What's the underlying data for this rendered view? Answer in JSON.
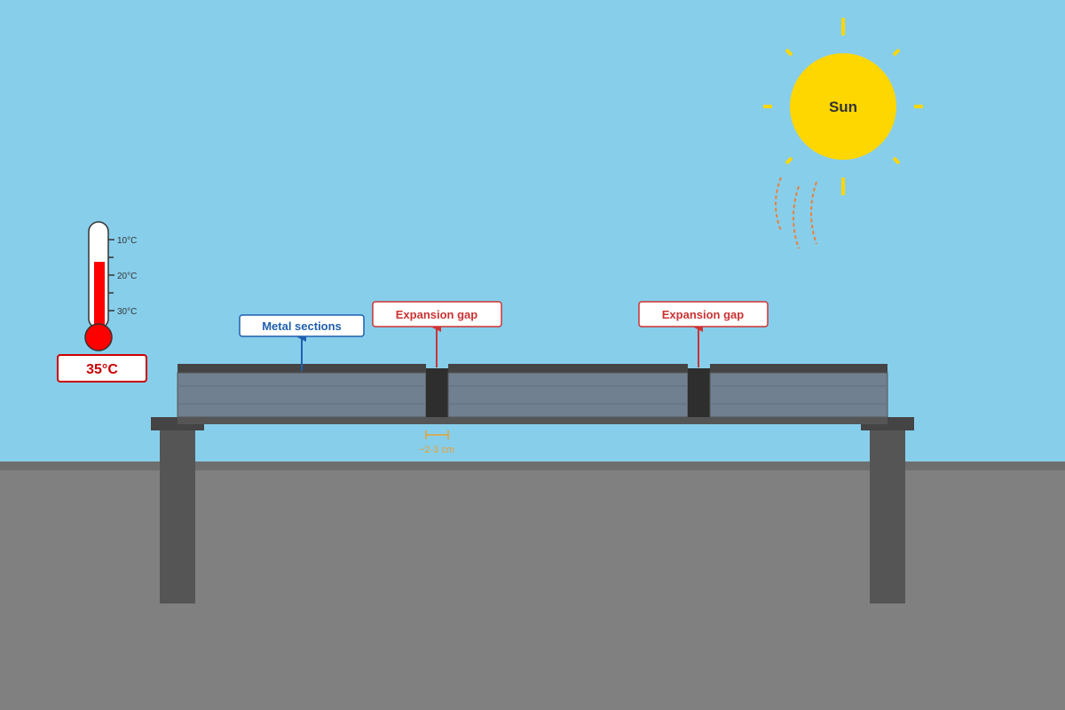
{
  "sun": {
    "label": "Sun"
  },
  "thermometer": {
    "scale_labels": [
      "10°C",
      "20°C",
      "30°C"
    ],
    "reading": "35°C"
  },
  "labels": {
    "metal_sections": "Metal sections",
    "expansion_gap_1": "Expansion gap",
    "expansion_gap_2": "Expansion gap",
    "gap_size": "~2-3 cm"
  },
  "colors": {
    "sky": "#87CEEB",
    "ground": "#808080",
    "sun": "#FFD700",
    "heat_waves": "#E8813A",
    "deck": "#708090",
    "gap_arrow": "#CC3333",
    "metal_arrow": "#1F5FB0",
    "thermometer_mercury": "#FF0000"
  }
}
